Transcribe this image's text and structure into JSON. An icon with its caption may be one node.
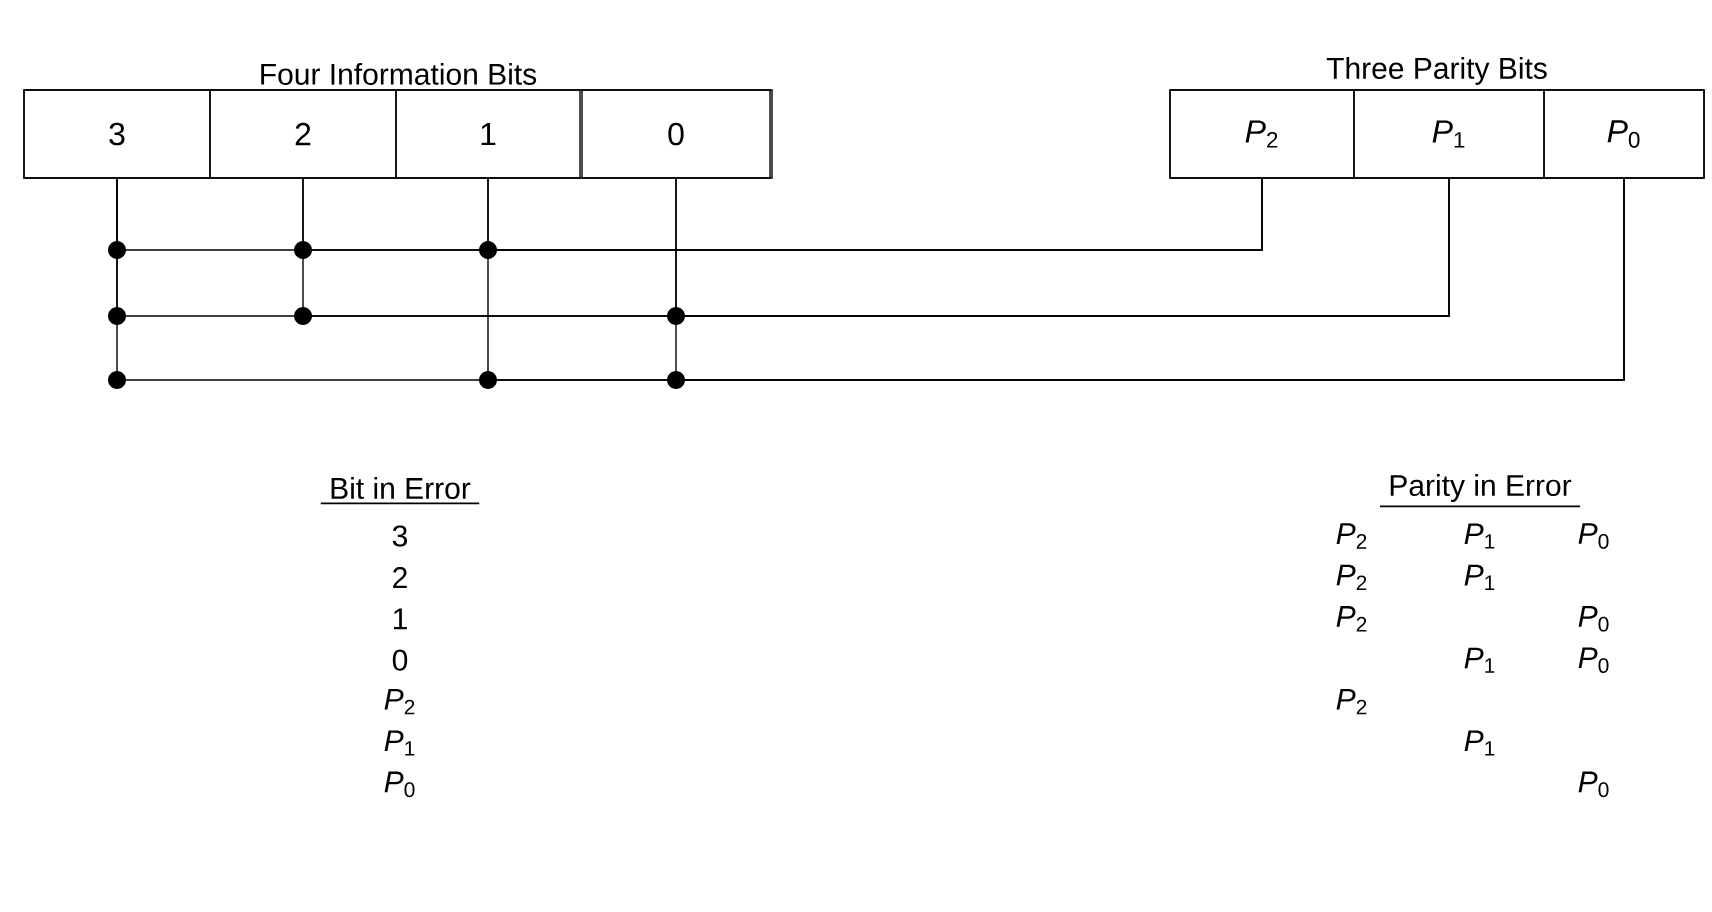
{
  "diagram": {
    "nodes": [
      {
        "text": [
          "Four Information Bits"
        ]
      },
      {
        "text": [
          "3"
        ],
        "in": 0
      },
      {
        "text": [
          "2"
        ],
        "in": 0
      },
      {
        "text": [
          "1"
        ],
        "in": 0
      },
      {
        "text": [
          "0"
        ],
        "in": 0
      },
      {
        "text": [
          "Three Parity Bits"
        ]
      },
      {
        "text": [
          "*P*$_{2}$"
        ],
        "in": 5
      },
      {
        "text": [
          "*P*$_{1}$"
        ],
        "in": 5
      },
      {
        "text": [
          "*P*$_{0}$"
        ],
        "in": 5
      }
    ],
    "edges": [
      {
        "from": 1,
        "to": 6,
        "arrow": "none"
      },
      {
        "from": 2,
        "to": 6,
        "arrow": "none"
      },
      {
        "from": 3,
        "to": 6,
        "arrow": "none"
      },
      {
        "from": 1,
        "to": 7,
        "arrow": "none"
      },
      {
        "from": 2,
        "to": 7,
        "arrow": "none"
      },
      {
        "from": 4,
        "to": 7,
        "arrow": "none"
      },
      {
        "from": 1,
        "to": 8,
        "arrow": "none"
      },
      {
        "from": 3,
        "to": 8,
        "arrow": "none"
      },
      {
        "from": 4,
        "to": 8,
        "arrow": "none"
      }
    ],
    "labels": [
      "Bit in Error",
      "3",
      "2",
      "1",
      "0",
      "*P*$_{2}$",
      "*P*$_{1}$",
      "*P*$_{0}$",
      "Parity in Error",
      "*P*$_{2}$",
      "*P*$_{1}$",
      "*P*$_{0}$",
      "*P*$_{2}$",
      "*P*$_{1}$",
      "*P*$_{2}$",
      "*P*$_{0}$",
      "*P*$_{1}$",
      "*P*$_{0}$",
      "*P*$_{2}$",
      "*P*$_{1}$",
      "*P*$_{0}$"
    ]
  }
}
